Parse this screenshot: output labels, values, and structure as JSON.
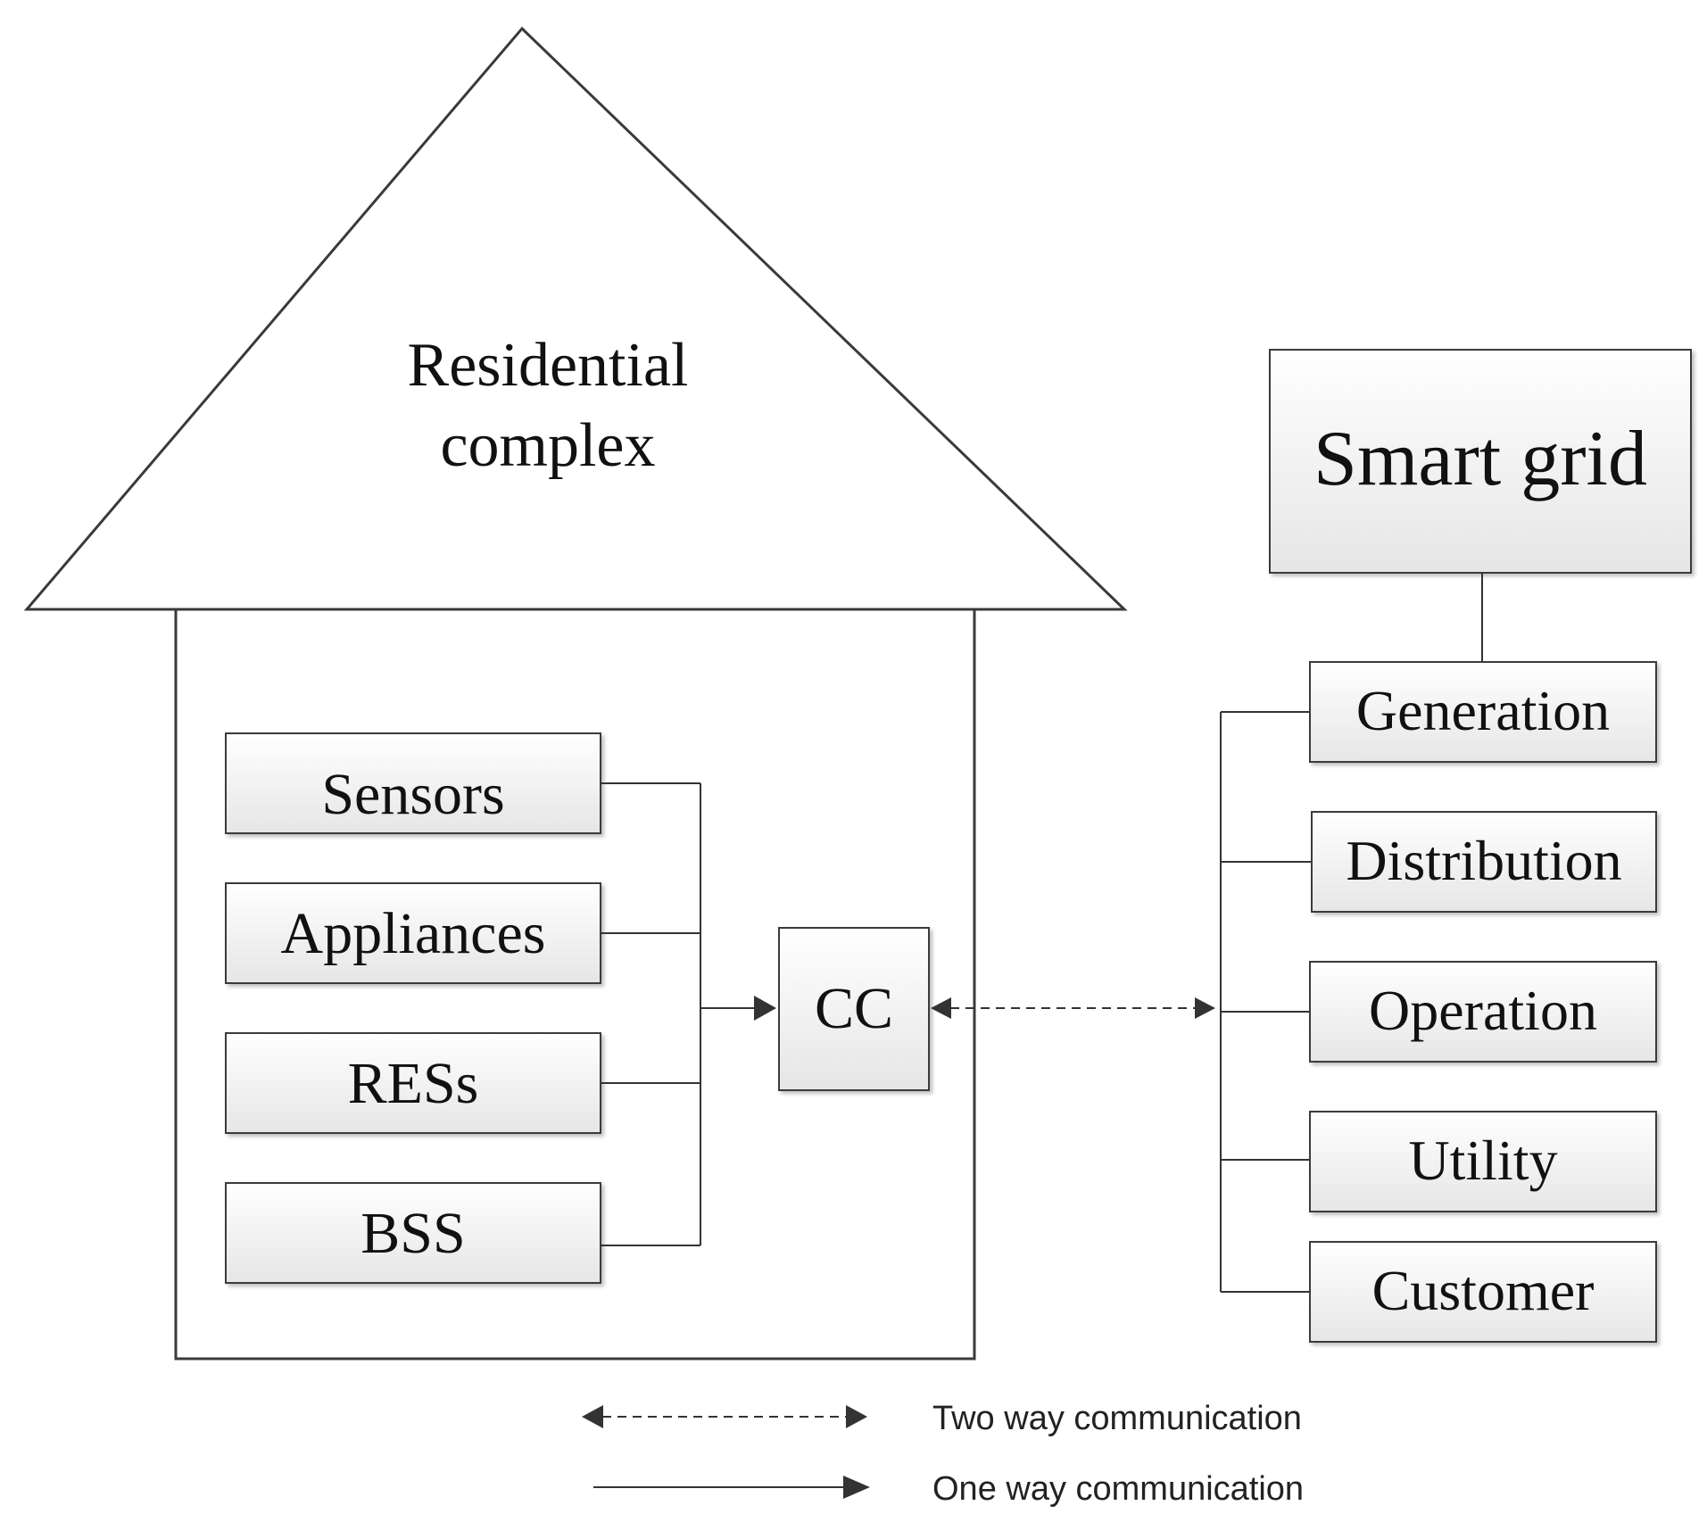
{
  "house": {
    "title_line1": "Residential",
    "title_line2": "complex"
  },
  "components": [
    {
      "label": "Sensors"
    },
    {
      "label": "Appliances"
    },
    {
      "label": "RESs"
    },
    {
      "label": "BSS"
    }
  ],
  "controller": {
    "label": "CC"
  },
  "smart_grid": {
    "title": "Smart grid",
    "domains": [
      {
        "label": "Generation"
      },
      {
        "label": "Distribution"
      },
      {
        "label": "Operation"
      },
      {
        "label": "Utility"
      },
      {
        "label": "Customer"
      }
    ]
  },
  "legend": {
    "two_way": "Two way communication",
    "one_way": "One way communication"
  }
}
